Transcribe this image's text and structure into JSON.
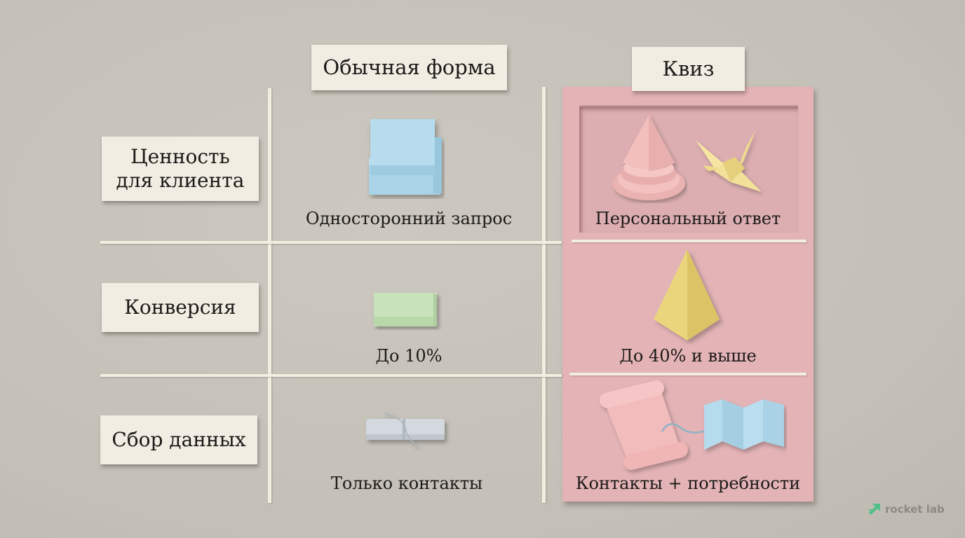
{
  "columns": [
    {
      "id": "regular_form",
      "header": "Обычная форма"
    },
    {
      "id": "quiz",
      "header": "Квиз"
    }
  ],
  "rows": [
    {
      "label": "Ценность для клиента",
      "label_lines": [
        "Ценность",
        "для клиента"
      ],
      "regular_form": {
        "text": "Односторонний запрос",
        "illustration": "blue-stacked-boxes"
      },
      "quiz": {
        "text": "Персональный ответ",
        "illustration": "pink-cone-and-yellow-paper-crane"
      }
    },
    {
      "label": "Конверсия",
      "label_lines": [
        "Конверсия"
      ],
      "regular_form": {
        "text": "До 10%",
        "illustration": "small-green-block"
      },
      "quiz": {
        "text": "До 40% и выше",
        "illustration": "tall-yellow-pyramid"
      }
    },
    {
      "label": "Сбор данных",
      "label_lines": [
        "Сбор данных"
      ],
      "regular_form": {
        "text": "Только контакты",
        "illustration": "tied-grey-paper-roll"
      },
      "quiz": {
        "text": "Контакты + потребности",
        "illustration": "pink-scroll-and-blue-folded-map"
      }
    }
  ],
  "brand": {
    "name": "rocket lab",
    "icon": "rocket-lab-logo-icon",
    "color": "#4fbf86"
  },
  "colors": {
    "background": "#c7c3bb",
    "paper_card": "#f1ede3",
    "grid_line": "#f3eedf",
    "quiz_panel": "#e3b3b6",
    "blue_paper": "#b5dcec",
    "green_paper": "#c6e2b8",
    "yellow_paper": "#e9d57a",
    "pink_paper": "#f2b9b8",
    "grey_paper": "#d2d8de"
  }
}
